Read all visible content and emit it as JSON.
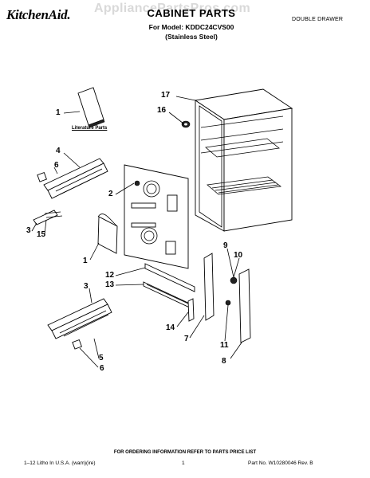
{
  "header": {
    "brand": "KitchenAid.",
    "title": "CABINET PARTS",
    "model": "For Model: KDDC24CVS00",
    "finish": "(Stainless Steel)",
    "doc_type": "DOUBLE DRAWER",
    "watermark": "AppliancePartsPros.com"
  },
  "diagram": {
    "literature_label": "Literature Parts",
    "callouts": [
      "17",
      "16",
      "1",
      "4",
      "6",
      "2",
      "3",
      "15",
      "1",
      "12",
      "13",
      "9",
      "10",
      "3",
      "14",
      "7",
      "11",
      "5",
      "6",
      "8"
    ]
  },
  "footer": {
    "ordering_note": "FOR ORDERING INFORMATION REFER TO PARTS PRICE LIST",
    "litho": "1–12 Litho In U.S.A. (wam)(ire)",
    "page": "1",
    "part_no": "Part No. W10280046 Rev. B"
  }
}
